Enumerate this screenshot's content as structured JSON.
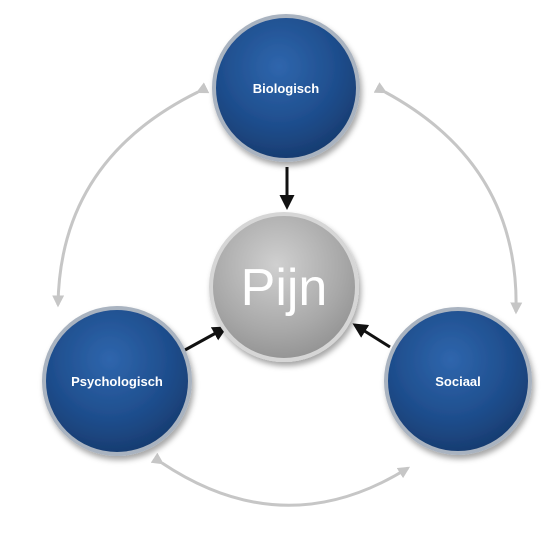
{
  "diagram": {
    "center": {
      "label": "Pijn"
    },
    "nodes": [
      {
        "id": "bio",
        "label": "Biologisch"
      },
      {
        "id": "psy",
        "label": "Psychologisch"
      },
      {
        "id": "soc",
        "label": "Sociaal"
      }
    ]
  },
  "colors": {
    "node_fill": "#1e4d8c",
    "node_fill_light": "#2f66ad",
    "node_fill_dark": "#16386a",
    "node_border": "#9aa6b4",
    "center_fill": "#a3a3a3",
    "center_fill_light": "#d0d0d0",
    "center_border": "#8a8a8a",
    "inner_arrow": "#111111",
    "outer_arrow": "#c6c6c6",
    "label_text": "#ffffff"
  }
}
